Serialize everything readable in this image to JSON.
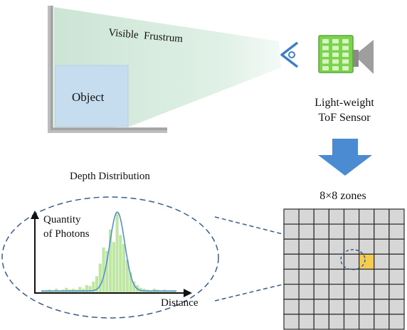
{
  "labels": {
    "visible_frustum": "Visible  Frustrum",
    "object": "Object",
    "sensor_line1": "Light-weight",
    "sensor_line2": "ToF Sensor",
    "zones": "8×8 zones",
    "depth_distribution": "Depth Distribution",
    "y_axis_line1": "Quantity",
    "y_axis_line2": "of Photons",
    "x_axis": "Distance"
  },
  "grid": {
    "rows": 8,
    "cols": 8,
    "highlighted_cell": [
      3,
      5
    ]
  },
  "histogram": {
    "x": [
      1,
      2,
      3,
      4,
      5,
      6,
      7,
      8,
      9,
      10,
      11,
      12,
      13,
      14,
      15,
      16,
      17,
      18,
      19,
      20,
      21,
      22,
      23,
      24,
      25,
      26,
      27,
      28,
      29,
      30,
      31,
      32,
      33,
      34,
      35,
      36,
      37,
      38,
      39,
      40
    ],
    "values": [
      2,
      2,
      3,
      2,
      4,
      2,
      3,
      5,
      3,
      4,
      3,
      6,
      4,
      8,
      7,
      12,
      18,
      32,
      50,
      46,
      70,
      56,
      88,
      64,
      54,
      36,
      22,
      12,
      8,
      5,
      4,
      3,
      2,
      4,
      3,
      2,
      3,
      2,
      2,
      2
    ],
    "fit_mean": 23.0,
    "fit_sigma": 2.2,
    "fit_peak": 88
  },
  "colors": {
    "frustum": "#d4e9dc",
    "object_fill": "#c6ddef",
    "wall": "#b8b8b8",
    "arrow": "#4a8bd2",
    "sensor_board": "#7dd34f",
    "grid_fill": "#d7d7d7",
    "highlight": "#f6cc50",
    "histogram_bars": "#bfe6a3",
    "fit_curve": "#4a8bd2",
    "dashed": "#385d8a"
  }
}
